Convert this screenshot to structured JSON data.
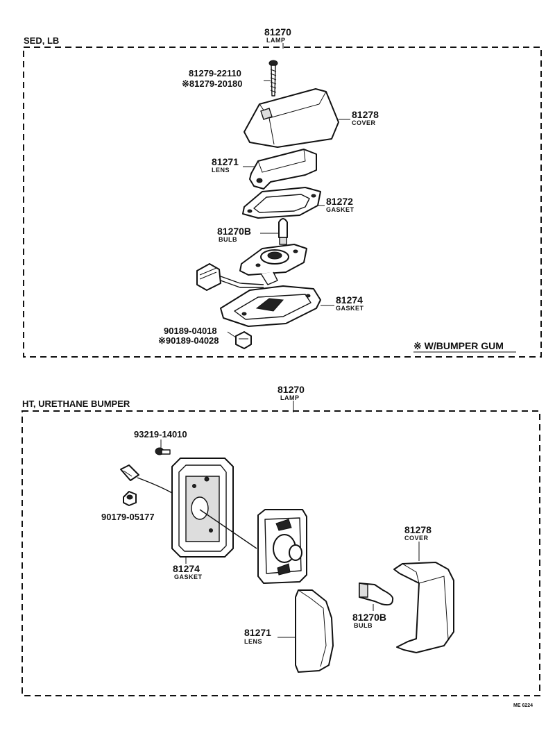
{
  "top_section": {
    "title": "SED, LB",
    "assembly_number": "81270",
    "assembly_name": "LAMP",
    "note": "※ W/BUMPER GUM",
    "parts": [
      {
        "number": "81279-22110",
        "name": ""
      },
      {
        "number": "※81279-20180",
        "name": ""
      },
      {
        "number": "81278",
        "name": "COVER"
      },
      {
        "number": "81271",
        "name": "LENS"
      },
      {
        "number": "81272",
        "name": "GASKET"
      },
      {
        "number": "81270B",
        "name": "BULB"
      },
      {
        "number": "81274",
        "name": "GASKET"
      },
      {
        "number": "90189-04018",
        "name": ""
      },
      {
        "number": "※90189-04028",
        "name": ""
      }
    ]
  },
  "bottom_section": {
    "title": "HT, URETHANE BUMPER",
    "assembly_number": "81270",
    "assembly_name": "LAMP",
    "parts": [
      {
        "number": "93219-14010",
        "name": ""
      },
      {
        "number": "90179-05177",
        "name": ""
      },
      {
        "number": "81274",
        "name": "GASKET"
      },
      {
        "number": "81278",
        "name": "COVER"
      },
      {
        "number": "81270B",
        "name": "BULB"
      },
      {
        "number": "81271",
        "name": "LENS"
      }
    ]
  },
  "figure_code": "ME 6224"
}
